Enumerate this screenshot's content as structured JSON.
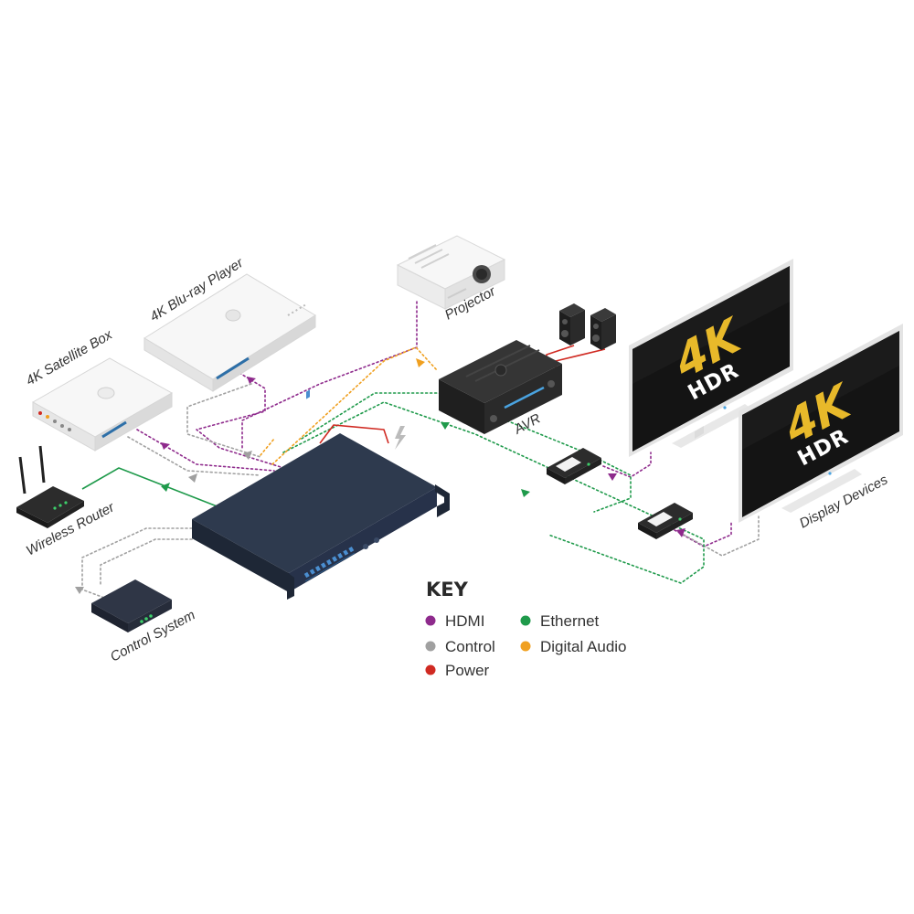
{
  "devices": {
    "satellite": "4K Satellite Box",
    "bluray": "4K Blu-ray Player",
    "projector": "Projector",
    "avr": "AVR",
    "router": "Wireless Router",
    "control": "Control System",
    "displays": "Display Devices"
  },
  "tv": {
    "big": "4K",
    "small": "HDR"
  },
  "key": {
    "title": "KEY",
    "items": [
      {
        "label": "HDMI",
        "color": "#8e2a8c"
      },
      {
        "label": "Ethernet",
        "color": "#1f9a4b"
      },
      {
        "label": "Control",
        "color": "#a0a0a0"
      },
      {
        "label": "Digital Audio",
        "color": "#f0a020"
      },
      {
        "label": "Power",
        "color": "#d02a22"
      }
    ]
  }
}
